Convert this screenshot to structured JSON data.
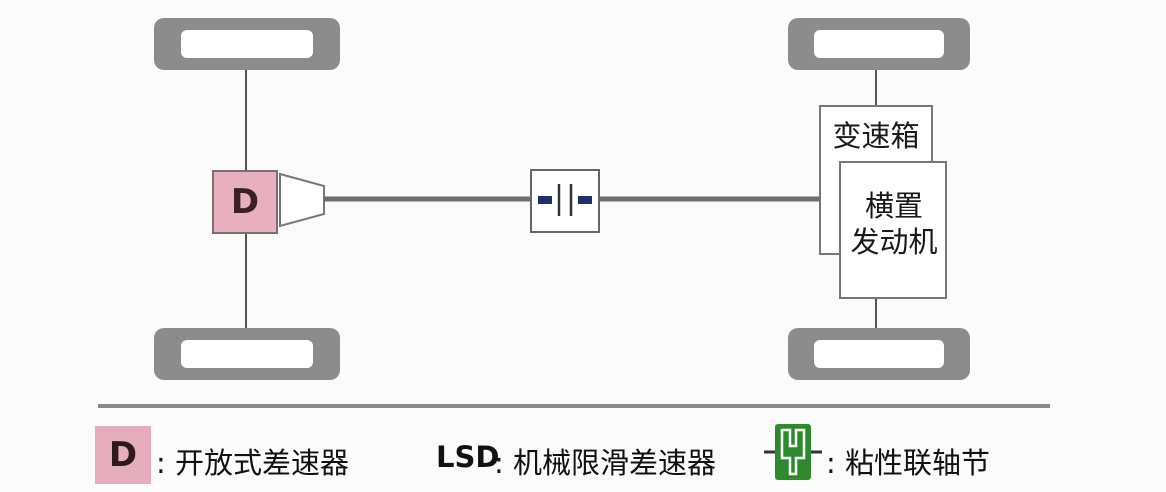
{
  "diagram": {
    "differential_letter": "D",
    "transmission_label": "变速箱",
    "engine_label_line1": "横置",
    "engine_label_line2": "发动机"
  },
  "legend": {
    "open_diff_symbol": "D",
    "open_diff_text": ": 开放式差速器",
    "lsd_symbol": "LSD",
    "lsd_text": ": 机械限滑差速器",
    "viscous_text": ": 粘性联轴节"
  },
  "colors": {
    "tire": "#8c8c8c",
    "diff_fill": "#e8b0be",
    "coupling_blue": "#1f2f6e",
    "viscous_green": "#2d8a2d",
    "shaft": "#6e6e6e"
  }
}
